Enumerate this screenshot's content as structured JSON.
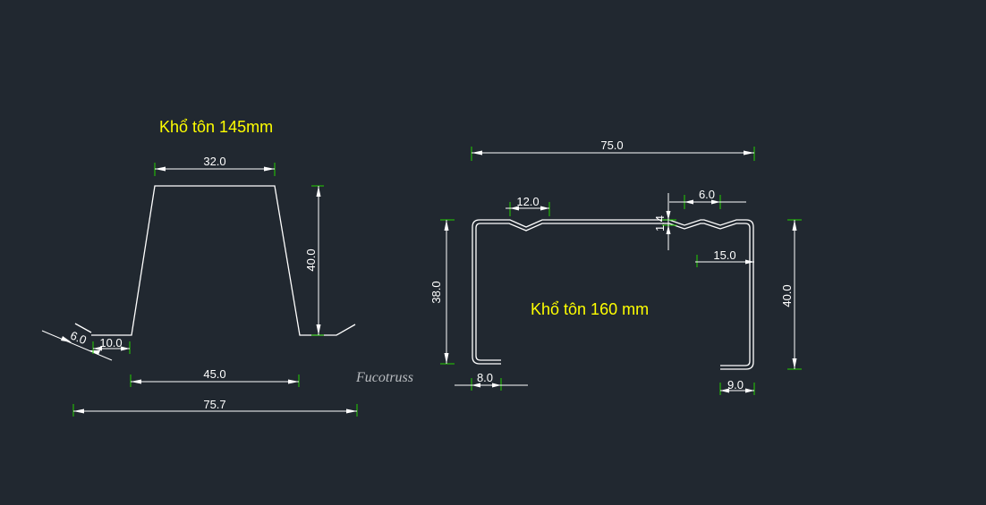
{
  "left": {
    "title": "Khổ tôn 145mm",
    "dims": {
      "top_width": "32.0",
      "height": "40.0",
      "lip": "6.0",
      "flange": "10.0",
      "bottom_width": "45.0",
      "total_width": "75.7"
    }
  },
  "watermark": "Fucotruss",
  "right": {
    "title": "Khổ tôn 160 mm",
    "dims": {
      "total_width": "75.0",
      "groove_left": "12.0",
      "groove_right": "6.0",
      "groove_depth": "1.4",
      "left_height": "38.0",
      "right_height": "40.0",
      "right_offset": "15.0",
      "left_lip": "8.0",
      "right_lip": "9.0"
    }
  },
  "colors": {
    "background": "#212830",
    "line": "#ffffff",
    "extension": "#22d000",
    "title": "#ffff00"
  }
}
